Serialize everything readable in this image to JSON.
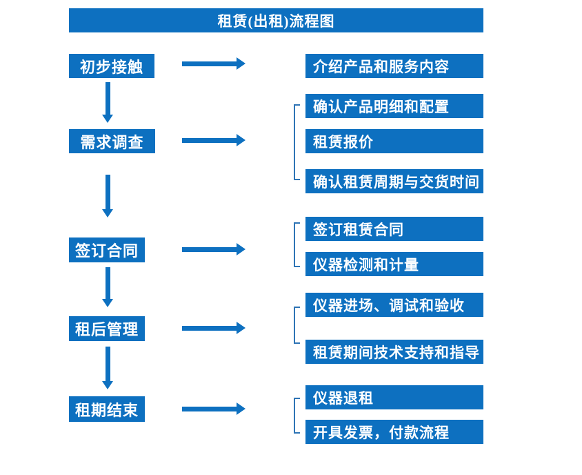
{
  "title": "租赁(出租)流程图",
  "colors": {
    "box-blue": "#0d70c0",
    "bracket-blue": "#2e74b5",
    "text-white": "#ffffff",
    "page-bg": "#ffffff"
  },
  "stages": [
    {
      "label": "初步接触",
      "details": [
        "介绍产品和服务内容"
      ]
    },
    {
      "label": "需求调查",
      "details": [
        "确认产品明细和配置",
        "租赁报价",
        "确认租赁周期与交货时间"
      ]
    },
    {
      "label": "签订合同",
      "details": [
        "签订租赁合同",
        "仪器检测和计量"
      ]
    },
    {
      "label": "租后管理",
      "details": [
        "仪器进场、调试和验收",
        "租赁期间技术支持和指导"
      ]
    },
    {
      "label": "租期结束",
      "details": [
        "仪器退租",
        "开具发票，付款流程"
      ]
    }
  ]
}
